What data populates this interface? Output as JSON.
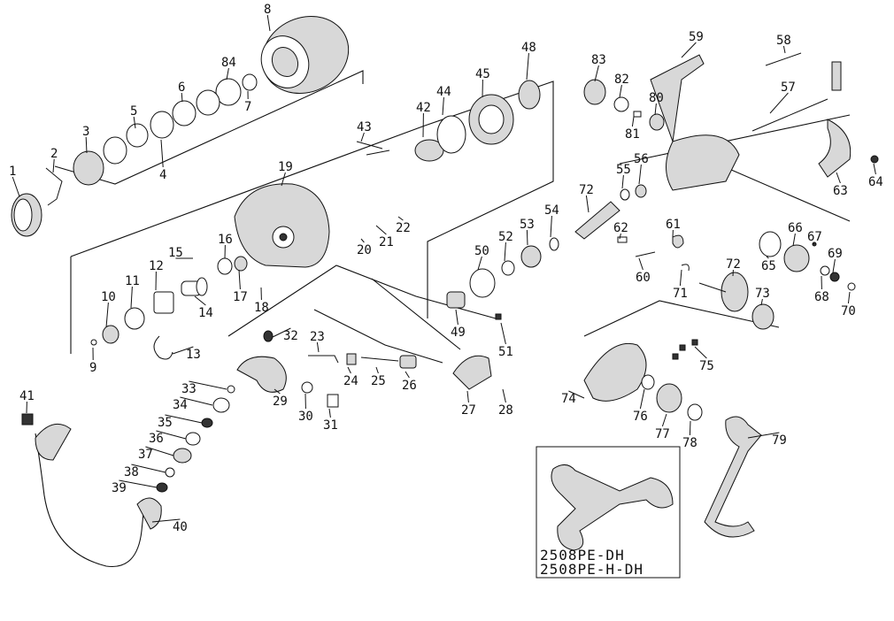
{
  "inset": {
    "model_line_1": "2508PE-DH",
    "model_line_2": "2508PE-H-DH"
  },
  "parts": {
    "p1": "1",
    "p2": "2",
    "p3": "3",
    "p4": "4",
    "p5": "5",
    "p6": "6",
    "p7": "7",
    "p8": "8",
    "p84": "84",
    "p9": "9",
    "p10": "10",
    "p11": "11",
    "p12": "12",
    "p13": "13",
    "p14": "14",
    "p15": "15",
    "p16": "16",
    "p17": "17",
    "p18": "18",
    "p19": "19",
    "p20": "20",
    "p21": "21",
    "p22": "22",
    "p23": "23",
    "p24": "24",
    "p25": "25",
    "p26": "26",
    "p27": "27",
    "p28": "28",
    "p29": "29",
    "p30": "30",
    "p31": "31",
    "p32": "32",
    "p33": "33",
    "p34": "34",
    "p35": "35",
    "p36": "36",
    "p37": "37",
    "p38": "38",
    "p39": "39",
    "p40": "40",
    "p41": "41",
    "p42": "42",
    "p43": "43",
    "p44": "44",
    "p45": "45",
    "p48": "48",
    "p49": "49",
    "p50": "50",
    "p51": "51",
    "p52": "52",
    "p53": "53",
    "p54": "54",
    "p55": "55",
    "p56": "56",
    "p57": "57",
    "p58": "58",
    "p59": "59",
    "p60": "60",
    "p61": "61",
    "p62": "62",
    "p63": "63",
    "p64": "64",
    "p65": "65",
    "p66": "66",
    "p67": "67",
    "p68": "68",
    "p69": "69",
    "p70": "70",
    "p71": "71",
    "p72a": "72",
    "p72b": "72",
    "p73": "73",
    "p74": "74",
    "p75": "75",
    "p76": "76",
    "p77": "77",
    "p78": "78",
    "p79": "79",
    "p80": "80",
    "p81": "81",
    "p82": "82",
    "p83": "83"
  }
}
